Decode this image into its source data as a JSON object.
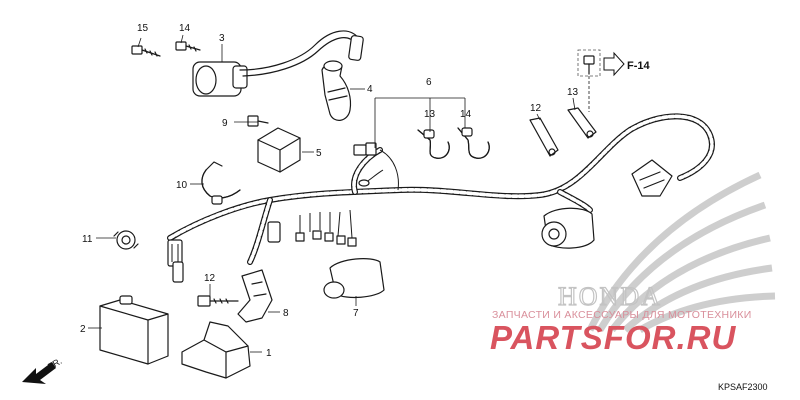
{
  "diagram": {
    "code": "KPSAF2300",
    "ref_label": "F-14",
    "front_label": "FR.",
    "callouts": [
      {
        "id": "c1",
        "text": "1"
      },
      {
        "id": "c2",
        "text": "2"
      },
      {
        "id": "c3",
        "text": "3"
      },
      {
        "id": "c4",
        "text": "4"
      },
      {
        "id": "c5",
        "text": "5"
      },
      {
        "id": "c6",
        "text": "6"
      },
      {
        "id": "c7",
        "text": "7"
      },
      {
        "id": "c8",
        "text": "8"
      },
      {
        "id": "c9",
        "text": "9"
      },
      {
        "id": "c10",
        "text": "10"
      },
      {
        "id": "c11",
        "text": "11"
      },
      {
        "id": "c12a",
        "text": "12"
      },
      {
        "id": "c12b",
        "text": "12"
      },
      {
        "id": "c13a",
        "text": "13"
      },
      {
        "id": "c13b",
        "text": "13"
      },
      {
        "id": "c14a",
        "text": "14"
      },
      {
        "id": "c14b",
        "text": "14"
      },
      {
        "id": "c15",
        "text": "15"
      }
    ]
  },
  "watermark": {
    "brand": "HONDA",
    "tagline": "ЗАПЧАСТИ И АКСЕССУАРЫ ДЛЯ МОТОТЕХНИКИ",
    "site": "PARTSFOR.RU"
  }
}
